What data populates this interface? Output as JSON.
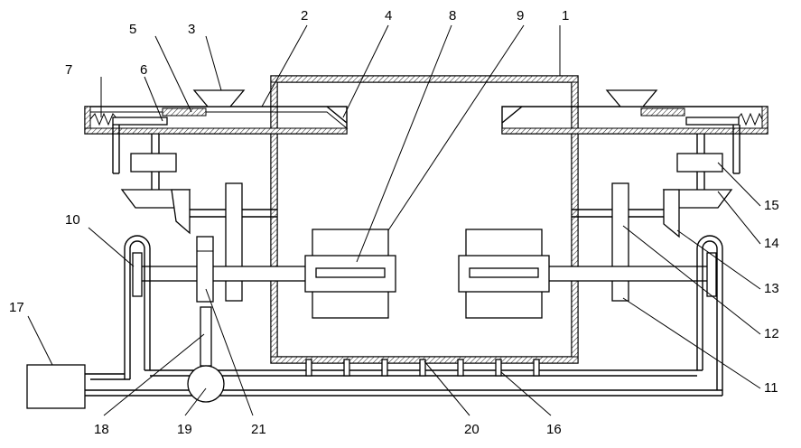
{
  "labels": {
    "l1": "1",
    "l2": "2",
    "l3": "3",
    "l4": "4",
    "l5": "5",
    "l6": "6",
    "l7": "7",
    "l8": "8",
    "l9": "9",
    "l10": "10",
    "l11": "11",
    "l12": "12",
    "l13": "13",
    "l14": "14",
    "l15": "15",
    "l16": "16",
    "l17": "17",
    "l18": "18",
    "l19": "19",
    "l20": "20",
    "l21": "21"
  },
  "colors": {
    "line": "#000000",
    "background": "#ffffff"
  }
}
